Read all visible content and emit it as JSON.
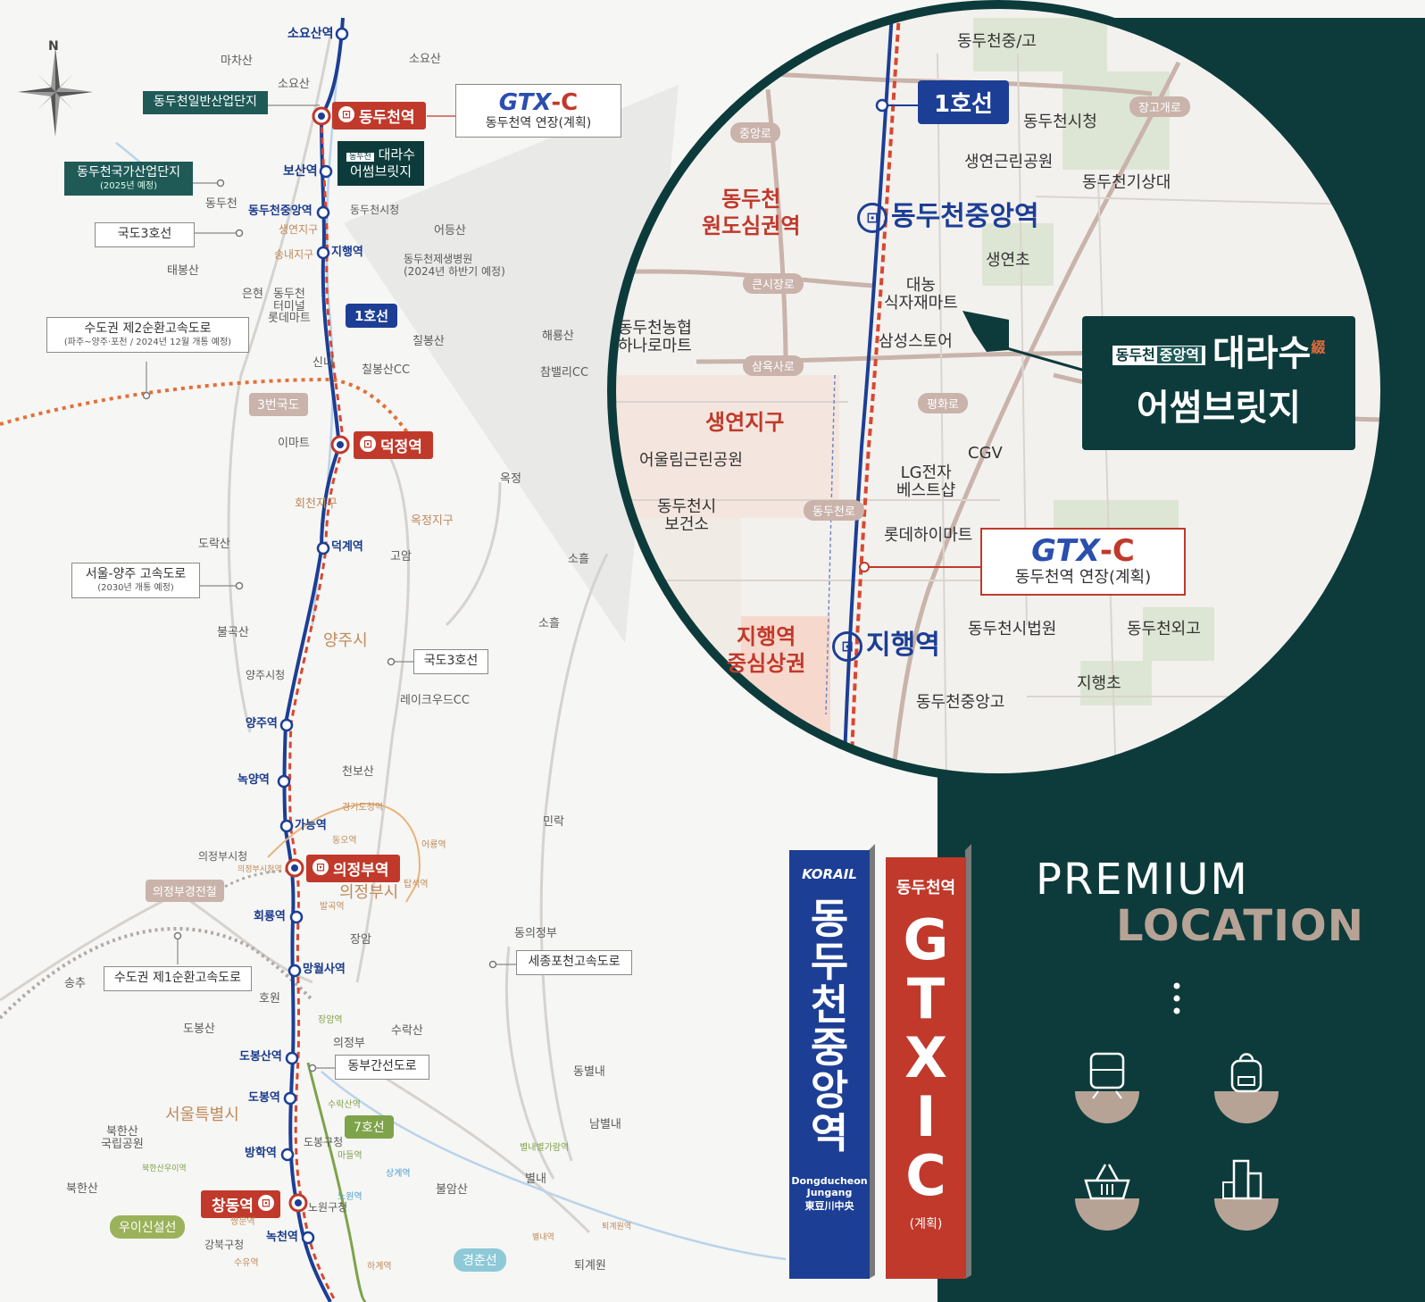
{
  "north_label": "N",
  "stations": {
    "soyosan": "소요산역",
    "dongducheon": "동두천역",
    "bosan": "보산역",
    "dongducheon_jungang": "동두천중앙역",
    "jihaeng": "지행역",
    "deokjeong": "덕정역",
    "deokgye": "덕계역",
    "yangju": "양주역",
    "nogyang": "녹양역",
    "ganeung": "가능역",
    "uijeongbu": "의정부역",
    "hoeryong": "회룡역",
    "mangwolsa": "망월사역",
    "dobongsan": "도봉산역",
    "dobong": "도봉역",
    "banghak": "방학역",
    "changdong": "창동역",
    "nokcheon": "녹천역"
  },
  "left_boxes": {
    "industrial": "동두천일반산업단지",
    "national_industrial": "동두천국가산업단지",
    "national_industrial_note": "(2025년 예정)",
    "route3_a": "국도3호선",
    "ring2": "수도권 제2순환고속도로",
    "ring2_note": "(파주~양주·포천 / 2024년 12월 개통 예정)",
    "seoul_yangju": "서울-양주 고속도로",
    "seoul_yangju_note": "(2030년 개통 예정)",
    "route3_b": "국도3호선",
    "ring1": "수도권 제1순환고속도로",
    "sejong_pocheon": "세종포천고속도로",
    "dongbu": "동부간선도로"
  },
  "lines": {
    "line1": "1호선",
    "route3_national": "3번국도",
    "uijeongbu_lrt": "의정부경전철",
    "line7": "7호선",
    "ui_sinseol": "우이신설선",
    "gyeongchun": "경춘선"
  },
  "places": {
    "michasan": "마차산",
    "soyosan_m": "소요산",
    "soyosan_ic": "소요산",
    "dongducheon_ic": "동두천",
    "dongducheon_city_hall": "동두천시청",
    "saengyeon": "생연지구",
    "songnae": "송내지구",
    "eodeungsan": "어등산",
    "hospital": "동두천제생병원",
    "hospital_note": "(2024년 하반기 예정)",
    "taebongsan": "태봉산",
    "eunhyeon": "은현",
    "terminal_1": "동두천",
    "terminal_2": "터미널",
    "terminal_3": "롯데마트",
    "haeryongsan": "해룡산",
    "chilbongsan": "칠봉산",
    "sinnae": "신내",
    "chilbong_cc": "칠봉산CC",
    "champaeri_cc": "참밸리CC",
    "emart": "이마트",
    "okjeong_ic": "옥정",
    "hoecheon": "회천지구",
    "okjeong_district": "옥정지구",
    "dorak": "도락산",
    "goam": "고암",
    "soheul_a": "소흘",
    "soheul_b": "소흘",
    "bulgok": "불곡산",
    "yangju_city": "양주시",
    "yangju_hall": "양주시청",
    "lakewood": "레이크우드CC",
    "cheonbosan": "천보산",
    "gyeonggi_do_hall": "경기도청역",
    "dongo": "동오역",
    "eoryong": "어룡역",
    "uijeongbu_hall": "의정부시청",
    "uijeongbu_hall_stn": "의정부시청역",
    "tapseok": "탑석역",
    "uijeongbu_city": "의정부시",
    "mingrak_ic": "민락",
    "balgok": "발곡역",
    "jangam_ic": "장암",
    "dong_uijeongbu": "동의정부",
    "songchu": "송추",
    "howon": "호원",
    "dobongsan_m": "도봉산",
    "jangam_stn": "장암역",
    "suraksan": "수락산",
    "uijeongbu_ic": "의정부",
    "dongbyeollae": "동별내",
    "seoul": "서울특별시",
    "suraksan_stn": "수락산역",
    "bukhansan_park_1": "북한산",
    "bukhansan_park_2": "국립공원",
    "dobong_gu": "도봉구청",
    "madeul": "마들역",
    "nambyeollae": "남별내",
    "byeollae_gahap": "별내별가람역",
    "bukhansan_ui": "북한산우이역",
    "sanggye": "상계역",
    "bukhansan_m": "북한산",
    "bulamsan": "불암산",
    "byeollae_ic": "별내",
    "nowon": "노원역",
    "ssangmun": "쌍문역",
    "nowon_gu": "노원구청",
    "byeollae_stn": "별내역",
    "toegyewon_stn": "퇴계원역",
    "gangbuk_gu": "강북구청",
    "suyu": "수유역",
    "hagye": "하계역",
    "toegyewon": "퇴계원"
  },
  "gtx_callout": {
    "logo": "GTX",
    "suffix": "-C",
    "subtitle": "동두천역 연장(계획)"
  },
  "project_callout": {
    "badge_a": "동두천",
    "badge_b": "중앙역",
    "name": "대라수",
    "mark": "綴",
    "name2": "어썸브릿지"
  },
  "inset": {
    "line1": "1호선",
    "places": {
      "school": "동두천중/고",
      "jangogae": "장고개로",
      "city_hall": "동두천시청",
      "jungang_ro": "중앙로",
      "saengyeon_park": "생연근린공원",
      "weather": "동두천기상대",
      "saengyeon_elem": "생연초",
      "keunsijang": "큰시장로",
      "daedong_1": "대농",
      "daedong_2": "식자재마트",
      "nonghyup_1": "동두천농협",
      "nonghyup_2": "하나로마트",
      "samsung": "삼성스토어",
      "samyuk": "삼육사로",
      "pyeonghwa": "평화로",
      "cgv": "CGV",
      "lg_1": "LG전자",
      "lg_2": "베스트샵",
      "eoullim": "어울림근린공원",
      "health_1": "동두천시",
      "health_2": "보건소",
      "dongducheon_ro": "동두천로",
      "lotte_hi": "롯데하이마트",
      "court": "동두천시법원",
      "foreign_hs": "동두천외고",
      "jihaeng_elem": "지행초",
      "jungang_hs": "동두천중앙고"
    },
    "districts": {
      "wondosim_1": "동두천",
      "wondosim_2": "원도심권역",
      "saengyeon": "생연지구",
      "jihaeng_1": "지행역",
      "jihaeng_2": "중심상권"
    },
    "station_main": "동두천중앙역",
    "station_jihaeng": "지행역",
    "gtx_logo": "GTX",
    "gtx_suffix": "-C",
    "gtx_subtitle": "동두천역 연장(계획)"
  },
  "signs": {
    "korail_logo": "KORAIL",
    "korail_station": "동두천중앙역",
    "korail_en_1": "Dongducheon",
    "korail_en_2": "Jungang",
    "korail_cn": "東豆川中央",
    "gtx_header": "동두천역",
    "gtx_letters": "GTX-C",
    "gtx_note": "(계획)"
  },
  "premium": {
    "line1": "PREMIUM",
    "line2": "LOCATION",
    "icons": [
      "train-icon",
      "backpack-icon",
      "shopping-basket-icon",
      "building-icon"
    ]
  },
  "colors": {
    "teal": "#0d3b3b",
    "line1_blue": "#1c3e95",
    "gtx_red": "#c0392b",
    "road_beige": "#c9b3ab"
  }
}
